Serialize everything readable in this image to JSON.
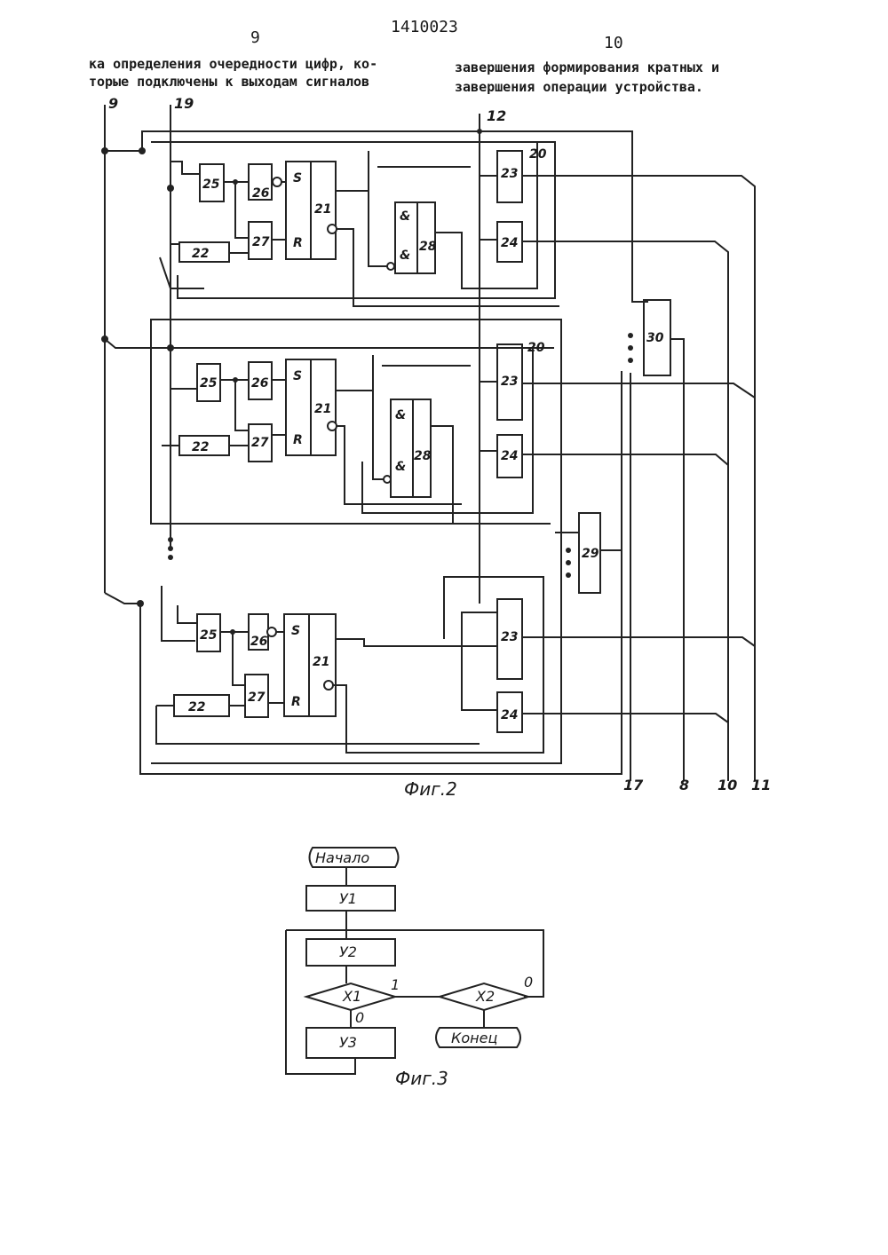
{
  "header": {
    "page_left": "9",
    "patent_number": "1410023",
    "page_right": "10"
  },
  "text": {
    "left_line1": "ка определения очередности цифр, ко-",
    "left_line2": "торые подключены к выходам сигналов",
    "right_line1": "завершения формирования кратных и",
    "right_line2": "завершения операции  устройства."
  },
  "fig2": {
    "caption": "Фиг.2",
    "io_labels": {
      "in_9": "9",
      "in_19": "19",
      "in_12": "12",
      "out_17": "17",
      "out_8": "8",
      "out_10": "10",
      "out_11": "11"
    },
    "blocks": {
      "b20": "20",
      "b21": "21",
      "b22": "22",
      "b23": "23",
      "b24": "24",
      "b25": "25",
      "b26": "26",
      "b27": "27",
      "b28": "28",
      "b29": "29",
      "b30": "30",
      "s": "S",
      "r": "R",
      "and": "&"
    }
  },
  "fig3": {
    "caption": "Фиг.3",
    "start": "Начало",
    "y1": "У1",
    "y2": "У2",
    "y3": "У3",
    "x1": "X1",
    "x2": "X2",
    "end": "Конец",
    "one": "1",
    "zero": "0"
  }
}
